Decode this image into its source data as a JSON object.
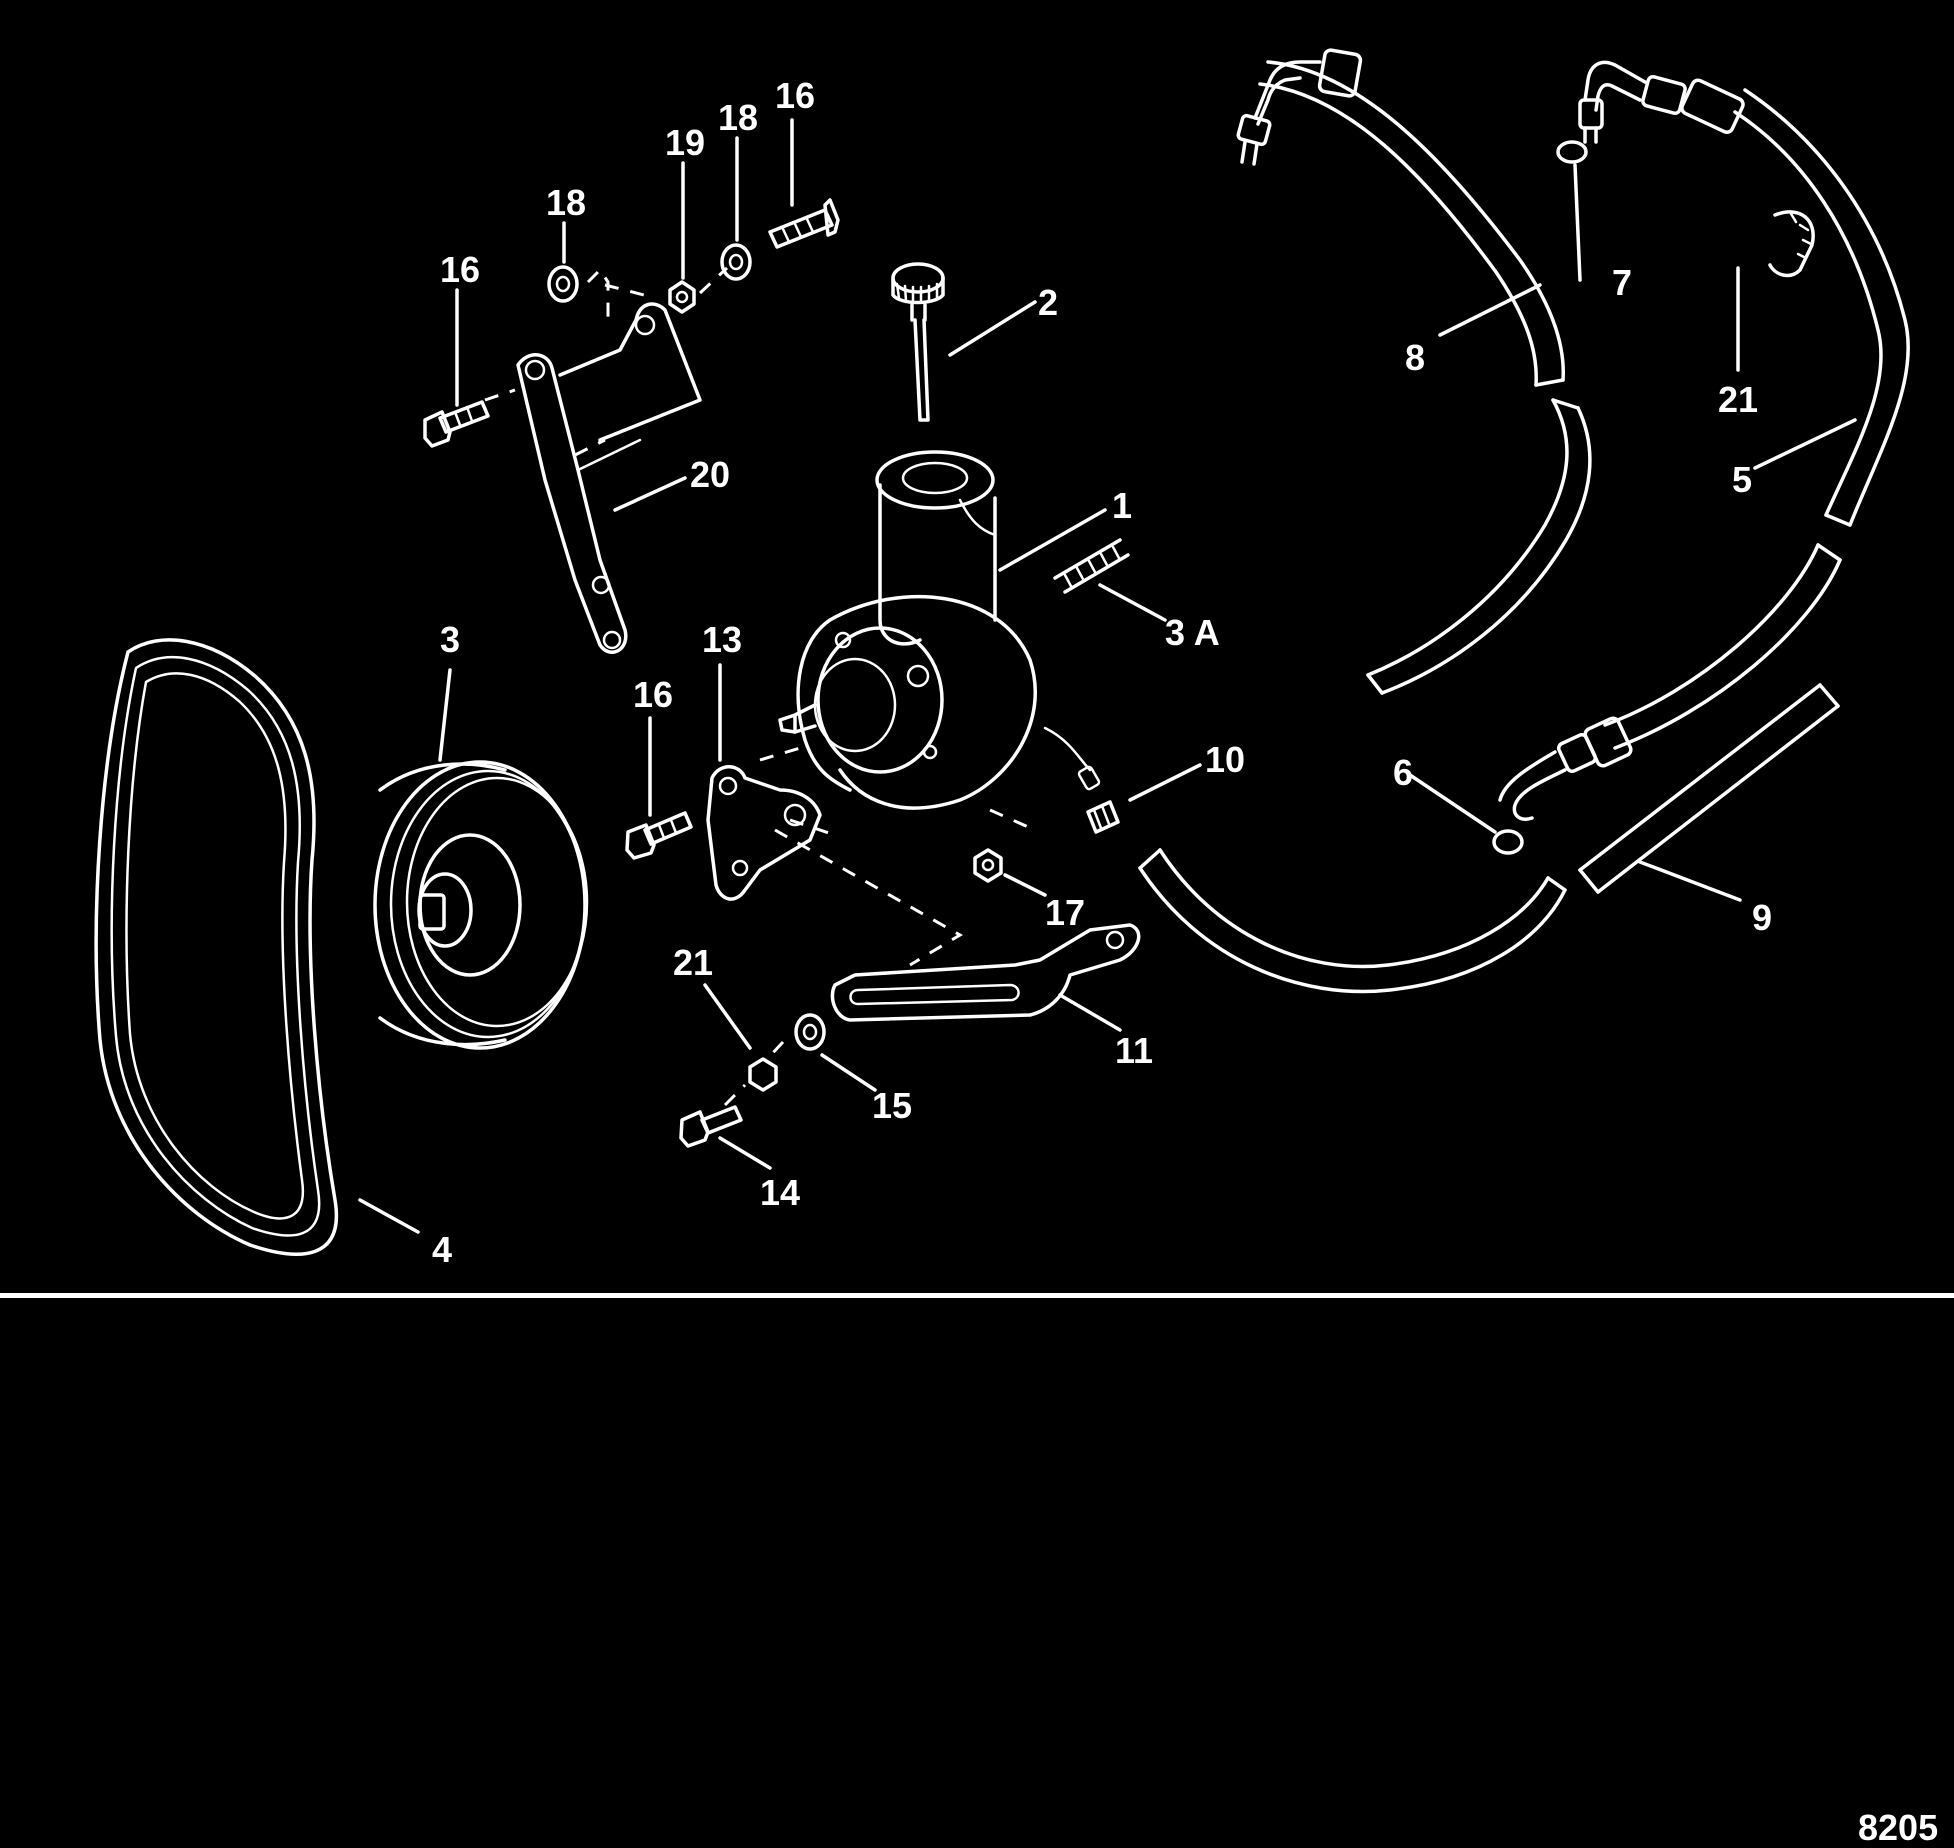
{
  "figure_number": "8205",
  "callouts": {
    "c1": "1",
    "c2": "2",
    "c3": "3",
    "c3a": "3 A",
    "c4": "4",
    "c5": "5",
    "c6": "6",
    "c7": "7",
    "c8": "8",
    "c9": "9",
    "c10": "10",
    "c11": "11",
    "c13": "13",
    "c14": "14",
    "c15": "15",
    "c16a": "16",
    "c16b": "16",
    "c16c": "16",
    "c17": "17",
    "c18a": "18",
    "c18b": "18",
    "c19": "19",
    "c20": "20",
    "c21a": "21",
    "c21b": "21"
  },
  "colors": {
    "background": "#000000",
    "ink": "#ffffff"
  }
}
